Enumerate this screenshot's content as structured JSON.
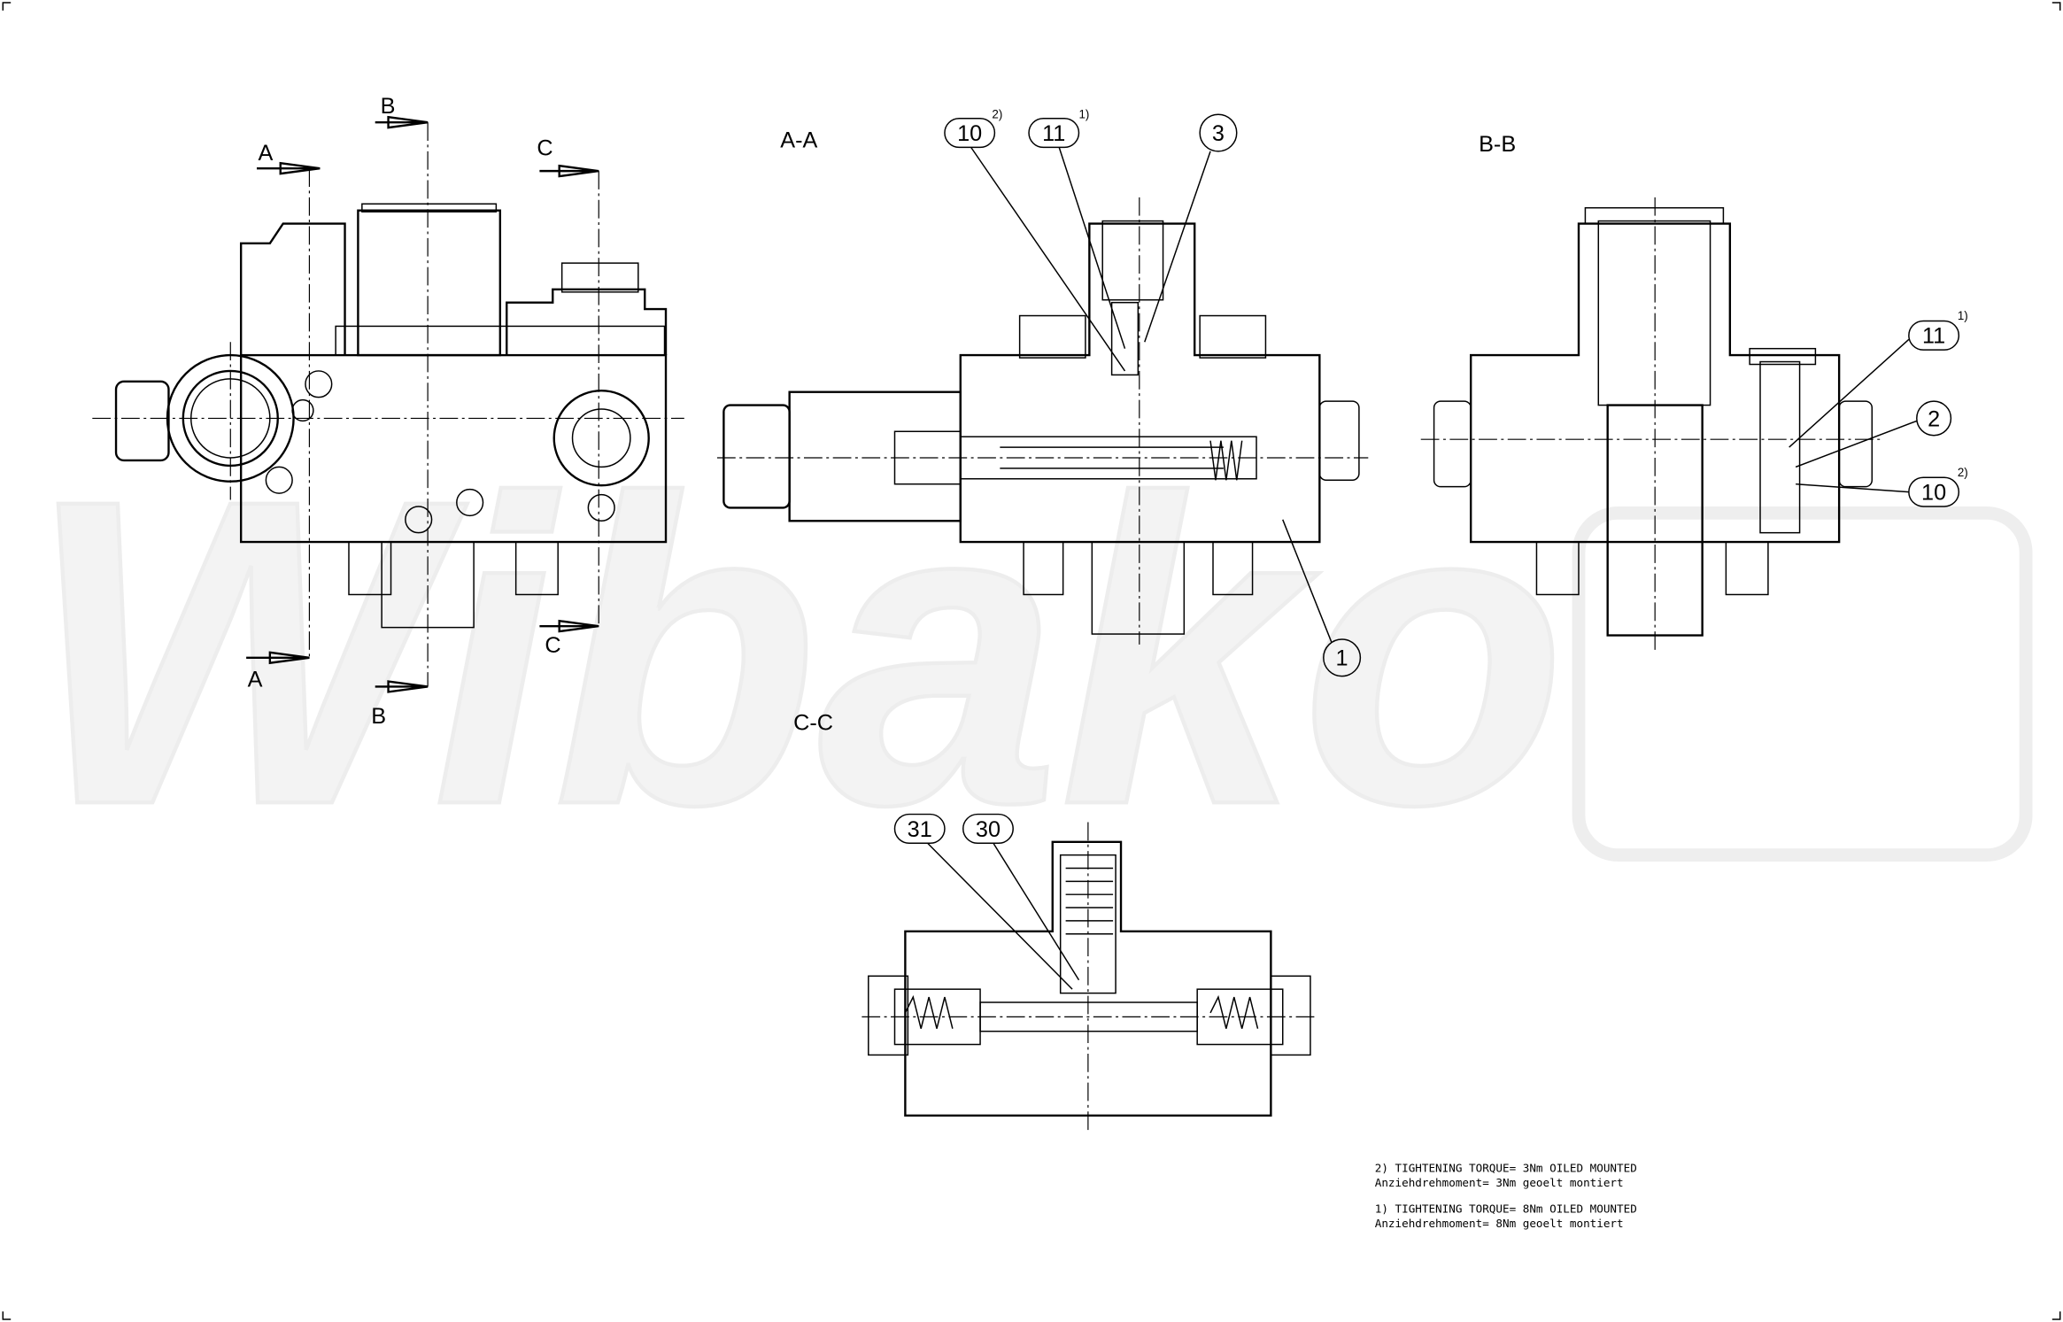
{
  "watermark": "Wibako",
  "section_markers": {
    "a": "A",
    "b": "B",
    "c": "C"
  },
  "views": {
    "aa": "A-A",
    "bb": "B-B",
    "cc": "C-C"
  },
  "balloons_aa": [
    {
      "num": "10",
      "note": "2)"
    },
    {
      "num": "11",
      "note": "1)"
    },
    {
      "num": "3",
      "note": ""
    },
    {
      "num": "1",
      "note": ""
    }
  ],
  "balloons_bb": [
    {
      "num": "11",
      "note": "1)"
    },
    {
      "num": "2",
      "note": ""
    },
    {
      "num": "10",
      "note": "2)"
    }
  ],
  "balloons_cc": [
    {
      "num": "31"
    },
    {
      "num": "30"
    }
  ],
  "notes": [
    {
      "en": "2) TIGHTENING TORQUE= 3Nm OILED MOUNTED",
      "de": "Anziehdrehmoment= 3Nm geoelt montiert"
    },
    {
      "en": "1)  TIGHTENING TORQUE= 8Nm OILED MOUNTED",
      "de": "Anziehdrehmoment= 8Nm geoelt montiert"
    }
  ]
}
